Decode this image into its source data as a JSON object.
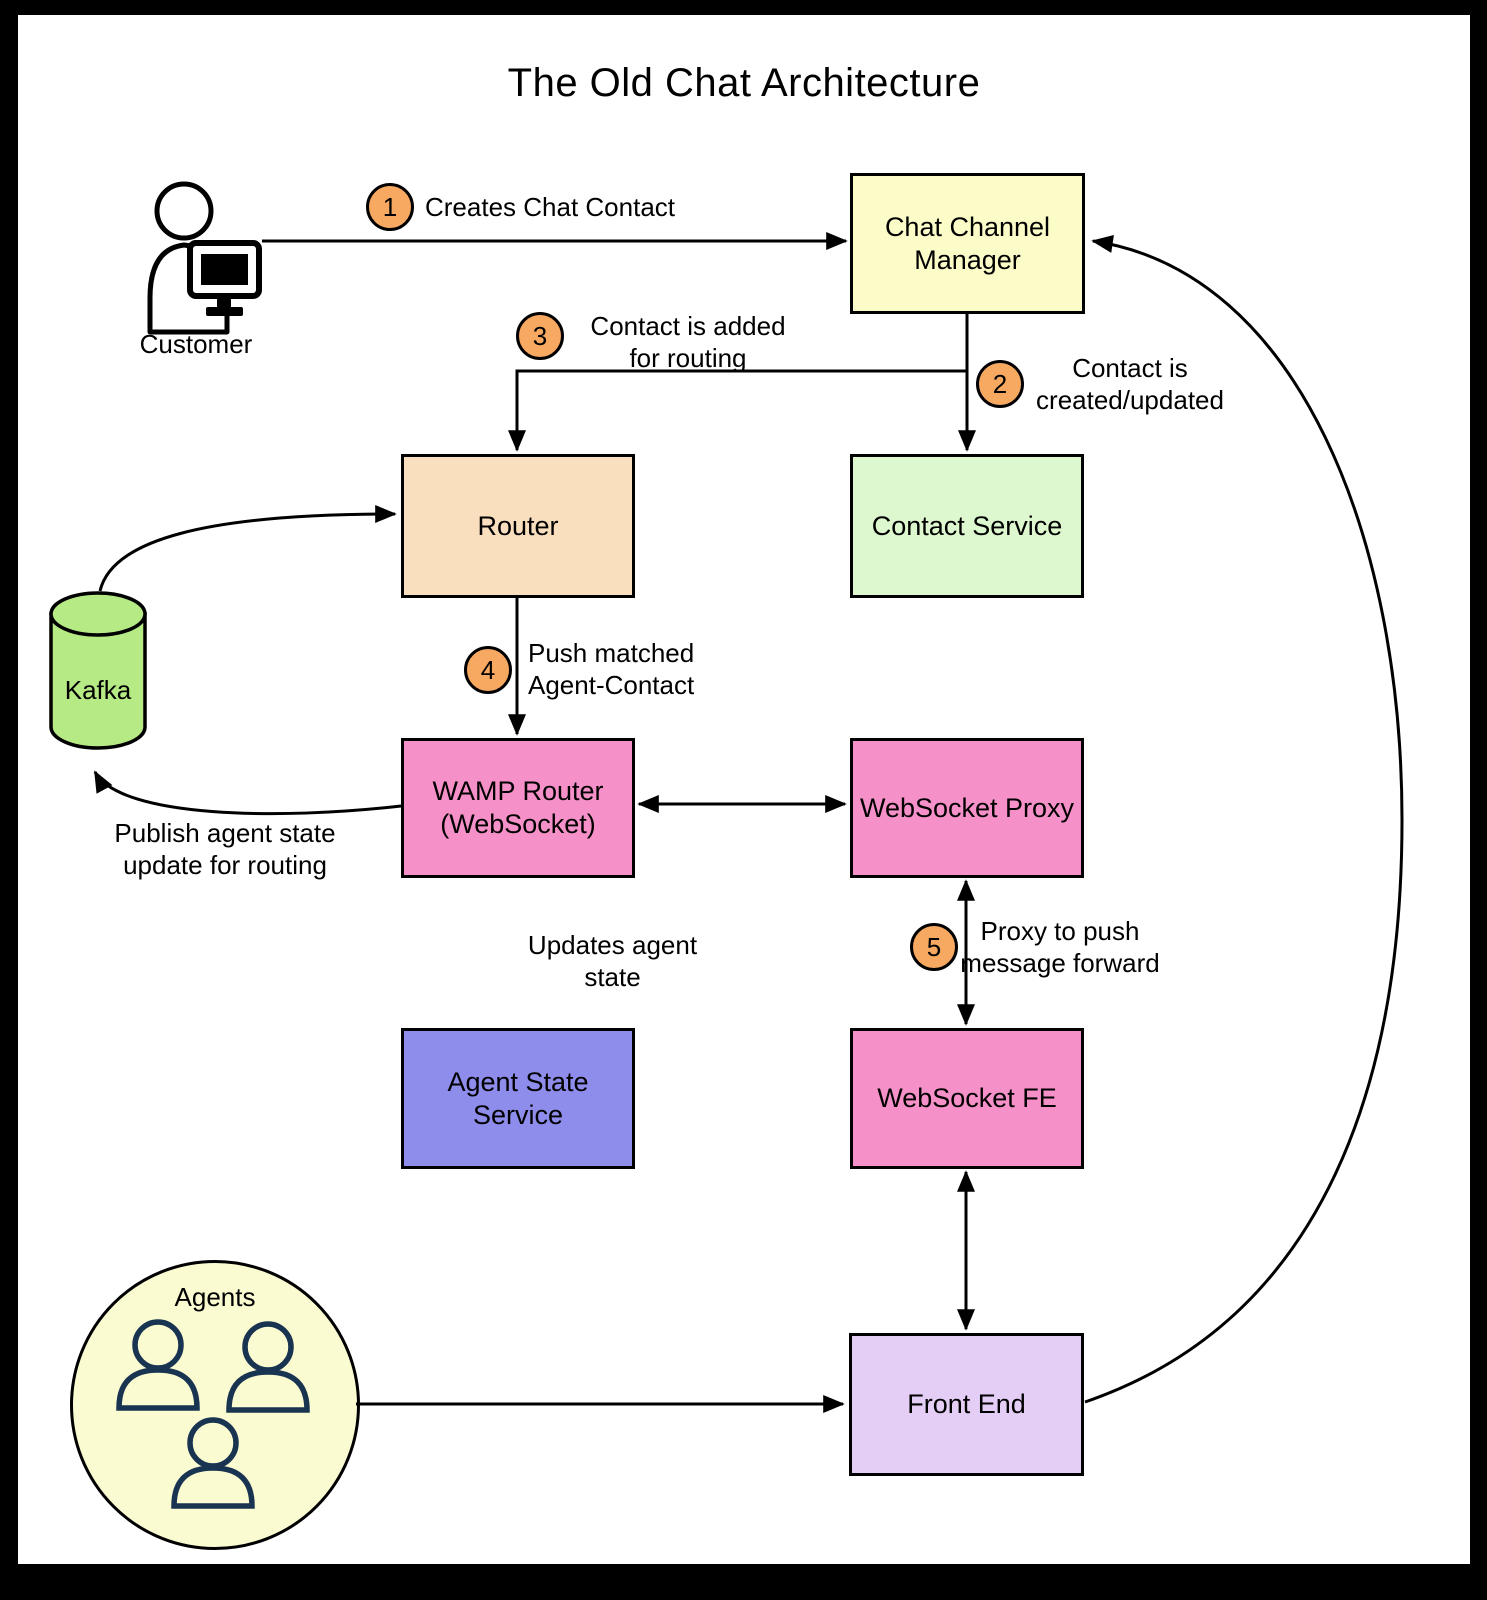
{
  "title": "The Old Chat Architecture",
  "colors": {
    "chat_channel_manager": "#FCFCC8",
    "router": "#FADFBE",
    "contact_service": "#DDF8CE",
    "kafka": "#B6EA85",
    "pink_service": "#F591C8",
    "agent_state_service": "#8E8DEC",
    "front_end": "#E4CEF6",
    "agents_circle": "#FBFBD2",
    "step_badge": "#F7A961",
    "line": "#000000",
    "person_icon": "#183450"
  },
  "nodes": {
    "customer": {
      "label": "Customer"
    },
    "chat_channel_manager": {
      "label": "Chat Channel\nManager"
    },
    "router": {
      "label": "Router"
    },
    "contact_service": {
      "label": "Contact Service"
    },
    "kafka": {
      "label": "Kafka"
    },
    "wamp_router": {
      "label": "WAMP Router\n(WebSocket)"
    },
    "websocket_proxy": {
      "label": "WebSocket Proxy"
    },
    "agent_state_service": {
      "label": "Agent State\nService"
    },
    "websocket_fe": {
      "label": "WebSocket FE"
    },
    "front_end": {
      "label": "Front End"
    },
    "agents": {
      "label": "Agents"
    }
  },
  "steps": [
    {
      "number": "1",
      "text": "Creates Chat Contact"
    },
    {
      "number": "2",
      "text": "Contact is\ncreated/updated"
    },
    {
      "number": "3",
      "text": "Contact is added\nfor routing"
    },
    {
      "number": "4",
      "text": "Push matched\nAgent-Contact"
    },
    {
      "number": "5",
      "text": "Proxy to push\nmessage forward"
    }
  ],
  "edge_labels": {
    "publish_agent_state": "Publish agent state\nupdate for routing",
    "updates_agent_state": "Updates agent\nstate"
  }
}
